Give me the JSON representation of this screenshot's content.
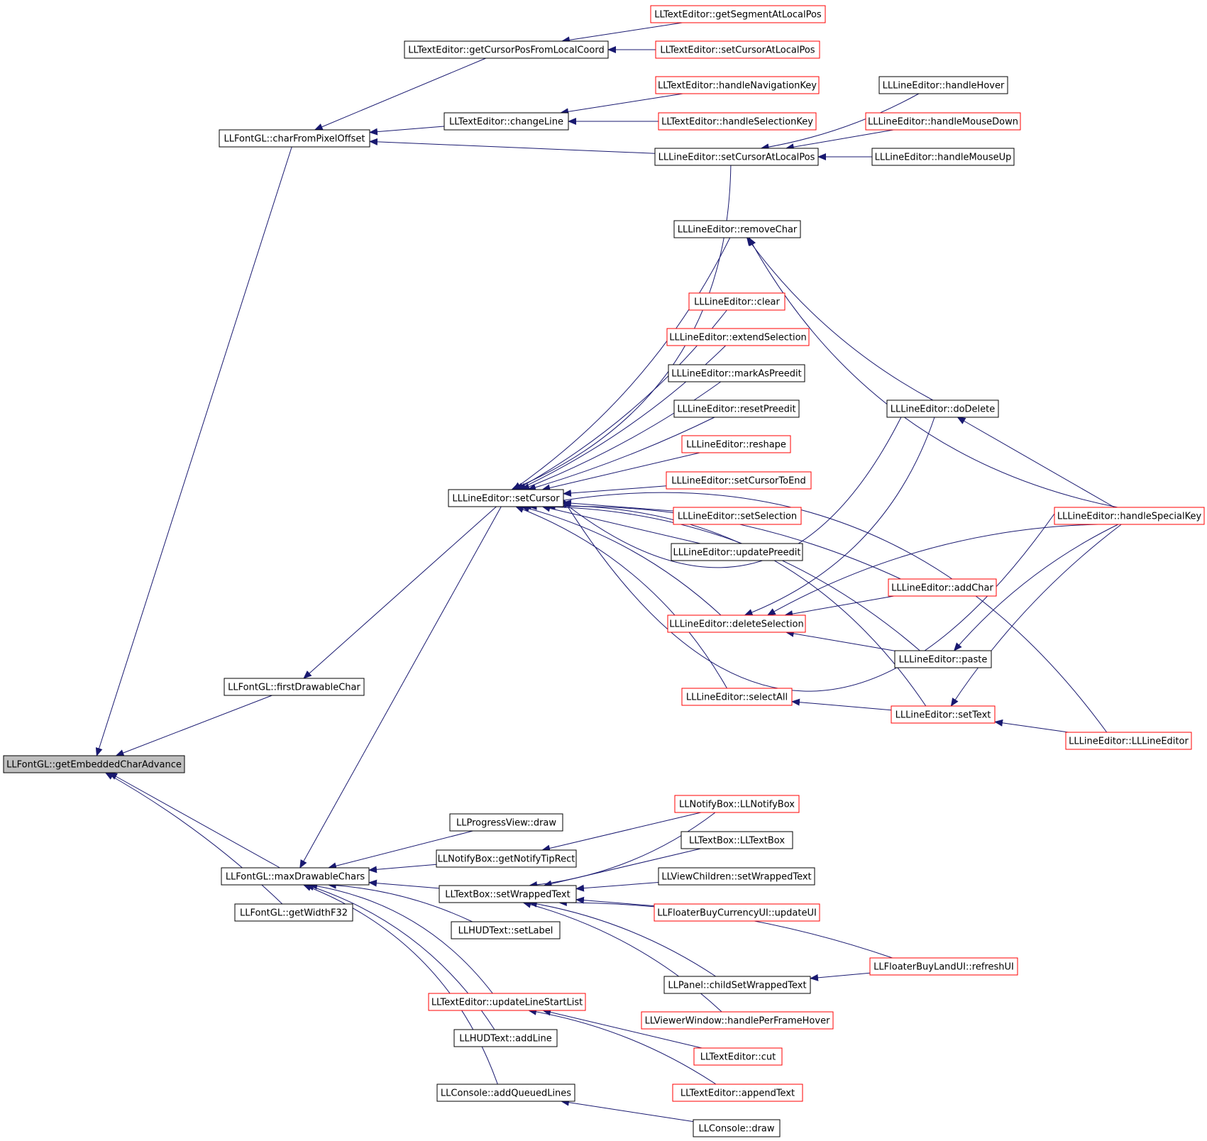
{
  "graph": {
    "root": "LLFontGL::getEmbeddedCharAdvance",
    "nodes": [
      {
        "id": "root",
        "label": "LLFontGL::getEmbeddedCharAdvance",
        "style": "root"
      },
      {
        "id": "charFromPixelOffset",
        "label": "LLFontGL::charFromPixelOffset",
        "style": "black"
      },
      {
        "id": "firstDrawableChar",
        "label": "LLFontGL::firstDrawableChar",
        "style": "black"
      },
      {
        "id": "maxDrawableChars",
        "label": "LLFontGL::maxDrawableChars",
        "style": "black"
      },
      {
        "id": "getWidthF32",
        "label": "LLFontGL::getWidthF32",
        "style": "black"
      },
      {
        "id": "te_getCursorPosFromLocalCoord",
        "label": "LLTextEditor::getCursorPosFromLocalCoord",
        "style": "black"
      },
      {
        "id": "te_changeLine",
        "label": "LLTextEditor::changeLine",
        "style": "black"
      },
      {
        "id": "te_getSegmentAtLocalPos",
        "label": "LLTextEditor::getSegmentAtLocalPos",
        "style": "red"
      },
      {
        "id": "te_setCursorAtLocalPos",
        "label": "LLTextEditor::setCursorAtLocalPos",
        "style": "red"
      },
      {
        "id": "te_handleNavigationKey",
        "label": "LLTextEditor::handleNavigationKey",
        "style": "red"
      },
      {
        "id": "te_handleSelectionKey",
        "label": "LLTextEditor::handleSelectionKey",
        "style": "red"
      },
      {
        "id": "le_setCursorAtLocalPos",
        "label": "LLLineEditor::setCursorAtLocalPos",
        "style": "black"
      },
      {
        "id": "le_handleHover",
        "label": "LLLineEditor::handleHover",
        "style": "black"
      },
      {
        "id": "le_handleMouseDown",
        "label": "LLLineEditor::handleMouseDown",
        "style": "red"
      },
      {
        "id": "le_handleMouseUp",
        "label": "LLLineEditor::handleMouseUp",
        "style": "black"
      },
      {
        "id": "le_setCursor",
        "label": "LLLineEditor::setCursor",
        "style": "black"
      },
      {
        "id": "le_removeChar",
        "label": "LLLineEditor::removeChar",
        "style": "black"
      },
      {
        "id": "le_clear",
        "label": "LLLineEditor::clear",
        "style": "red"
      },
      {
        "id": "le_extendSelection",
        "label": "LLLineEditor::extendSelection",
        "style": "red"
      },
      {
        "id": "le_markAsPreedit",
        "label": "LLLineEditor::markAsPreedit",
        "style": "black"
      },
      {
        "id": "le_resetPreedit",
        "label": "LLLineEditor::resetPreedit",
        "style": "black"
      },
      {
        "id": "le_reshape",
        "label": "LLLineEditor::reshape",
        "style": "red"
      },
      {
        "id": "le_setCursorToEnd",
        "label": "LLLineEditor::setCursorToEnd",
        "style": "red"
      },
      {
        "id": "le_setSelection",
        "label": "LLLineEditor::setSelection",
        "style": "red"
      },
      {
        "id": "le_updatePreedit",
        "label": "LLLineEditor::updatePreedit",
        "style": "black"
      },
      {
        "id": "le_deleteSelection",
        "label": "LLLineEditor::deleteSelection",
        "style": "red"
      },
      {
        "id": "le_selectAll",
        "label": "LLLineEditor::selectAll",
        "style": "red"
      },
      {
        "id": "le_doDelete",
        "label": "LLLineEditor::doDelete",
        "style": "black"
      },
      {
        "id": "le_addChar",
        "label": "LLLineEditor::addChar",
        "style": "red"
      },
      {
        "id": "le_paste",
        "label": "LLLineEditor::paste",
        "style": "black"
      },
      {
        "id": "le_setText",
        "label": "LLLineEditor::setText",
        "style": "red"
      },
      {
        "id": "le_handleSpecialKey",
        "label": "LLLineEditor::handleSpecialKey",
        "style": "red"
      },
      {
        "id": "le_ctor",
        "label": "LLLineEditor::LLLineEditor",
        "style": "red"
      },
      {
        "id": "pv_draw",
        "label": "LLProgressView::draw",
        "style": "black"
      },
      {
        "id": "nb_getNotifyTipRect",
        "label": "LLNotifyBox::getNotifyTipRect",
        "style": "black"
      },
      {
        "id": "tb_setWrappedText",
        "label": "LLTextBox::setWrappedText",
        "style": "black"
      },
      {
        "id": "hud_setLabel",
        "label": "LLHUDText::setLabel",
        "style": "black"
      },
      {
        "id": "te_updateLineStartList",
        "label": "LLTextEditor::updateLineStartList",
        "style": "red"
      },
      {
        "id": "hud_addLine",
        "label": "LLHUDText::addLine",
        "style": "black"
      },
      {
        "id": "con_addQueuedLines",
        "label": "LLConsole::addQueuedLines",
        "style": "black"
      },
      {
        "id": "nb_ctor",
        "label": "LLNotifyBox::LLNotifyBox",
        "style": "red"
      },
      {
        "id": "tb_ctor",
        "label": "LLTextBox::LLTextBox",
        "style": "black"
      },
      {
        "id": "vc_setWrappedText",
        "label": "LLViewChildren::setWrappedText",
        "style": "black"
      },
      {
        "id": "fbc_updateUI",
        "label": "LLFloaterBuyCurrencyUI::updateUI",
        "style": "red"
      },
      {
        "id": "fbl_refreshUI",
        "label": "LLFloaterBuyLandUI::refreshUI",
        "style": "red"
      },
      {
        "id": "panel_childSetWrappedText",
        "label": "LLPanel::childSetWrappedText",
        "style": "black"
      },
      {
        "id": "vw_handlePerFrameHover",
        "label": "LLViewerWindow::handlePerFrameHover",
        "style": "red"
      },
      {
        "id": "te_cut",
        "label": "LLTextEditor::cut",
        "style": "red"
      },
      {
        "id": "te_appendText",
        "label": "LLTextEditor::appendText",
        "style": "red"
      },
      {
        "id": "con_draw",
        "label": "LLConsole::draw",
        "style": "black"
      }
    ],
    "edges": [
      [
        "charFromPixelOffset",
        "root"
      ],
      [
        "firstDrawableChar",
        "root"
      ],
      [
        "maxDrawableChars",
        "root"
      ],
      [
        "getWidthF32",
        "root"
      ],
      [
        "te_getCursorPosFromLocalCoord",
        "charFromPixelOffset"
      ],
      [
        "te_changeLine",
        "charFromPixelOffset"
      ],
      [
        "le_setCursorAtLocalPos",
        "charFromPixelOffset"
      ],
      [
        "te_getSegmentAtLocalPos",
        "te_getCursorPosFromLocalCoord"
      ],
      [
        "te_setCursorAtLocalPos",
        "te_getCursorPosFromLocalCoord"
      ],
      [
        "te_handleNavigationKey",
        "te_changeLine"
      ],
      [
        "te_handleSelectionKey",
        "te_changeLine"
      ],
      [
        "le_handleHover",
        "le_setCursorAtLocalPos"
      ],
      [
        "le_handleMouseDown",
        "le_setCursorAtLocalPos"
      ],
      [
        "le_handleMouseUp",
        "le_setCursorAtLocalPos"
      ],
      [
        "le_setCursor",
        "firstDrawableChar"
      ],
      [
        "le_setCursor",
        "maxDrawableChars"
      ],
      [
        "le_setCursorAtLocalPos",
        "le_setCursor"
      ],
      [
        "le_removeChar",
        "le_setCursor"
      ],
      [
        "le_clear",
        "le_setCursor"
      ],
      [
        "le_extendSelection",
        "le_setCursor"
      ],
      [
        "le_markAsPreedit",
        "le_setCursor"
      ],
      [
        "le_resetPreedit",
        "le_setCursor"
      ],
      [
        "le_reshape",
        "le_setCursor"
      ],
      [
        "le_setCursorToEnd",
        "le_setCursor"
      ],
      [
        "le_setSelection",
        "le_setCursor"
      ],
      [
        "le_updatePreedit",
        "le_setCursor"
      ],
      [
        "le_deleteSelection",
        "le_setCursor"
      ],
      [
        "le_selectAll",
        "le_setCursor"
      ],
      [
        "le_doDelete",
        "le_setCursor"
      ],
      [
        "le_addChar",
        "le_setCursor"
      ],
      [
        "le_paste",
        "le_setCursor"
      ],
      [
        "le_setText",
        "le_setCursor"
      ],
      [
        "le_handleSpecialKey",
        "le_setCursor"
      ],
      [
        "le_ctor",
        "le_setCursor"
      ],
      [
        "le_doDelete",
        "le_removeChar"
      ],
      [
        "le_handleSpecialKey",
        "le_removeChar"
      ],
      [
        "le_doDelete",
        "le_deleteSelection"
      ],
      [
        "le_addChar",
        "le_deleteSelection"
      ],
      [
        "le_paste",
        "le_deleteSelection"
      ],
      [
        "le_handleSpecialKey",
        "le_deleteSelection"
      ],
      [
        "le_handleSpecialKey",
        "le_doDelete"
      ],
      [
        "le_handleSpecialKey",
        "le_paste"
      ],
      [
        "le_setText",
        "le_selectAll"
      ],
      [
        "le_handleSpecialKey",
        "le_setText"
      ],
      [
        "le_ctor",
        "le_setText"
      ],
      [
        "pv_draw",
        "maxDrawableChars"
      ],
      [
        "nb_getNotifyTipRect",
        "maxDrawableChars"
      ],
      [
        "tb_setWrappedText",
        "maxDrawableChars"
      ],
      [
        "hud_setLabel",
        "maxDrawableChars"
      ],
      [
        "te_updateLineStartList",
        "maxDrawableChars"
      ],
      [
        "hud_addLine",
        "maxDrawableChars"
      ],
      [
        "con_addQueuedLines",
        "maxDrawableChars"
      ],
      [
        "nb_ctor",
        "nb_getNotifyTipRect"
      ],
      [
        "nb_ctor",
        "tb_setWrappedText"
      ],
      [
        "tb_ctor",
        "tb_setWrappedText"
      ],
      [
        "vc_setWrappedText",
        "tb_setWrappedText"
      ],
      [
        "fbc_updateUI",
        "tb_setWrappedText"
      ],
      [
        "fbl_refreshUI",
        "tb_setWrappedText"
      ],
      [
        "panel_childSetWrappedText",
        "tb_setWrappedText"
      ],
      [
        "vw_handlePerFrameHover",
        "tb_setWrappedText"
      ],
      [
        "fbl_refreshUI",
        "panel_childSetWrappedText"
      ],
      [
        "te_cut",
        "te_updateLineStartList"
      ],
      [
        "te_appendText",
        "te_updateLineStartList"
      ],
      [
        "con_draw",
        "con_addQueuedLines"
      ]
    ]
  },
  "colors": {
    "edge": "#191970",
    "root_fill": "#bfbfbf",
    "black_border": "#000000",
    "red_border": "#ff0000"
  }
}
